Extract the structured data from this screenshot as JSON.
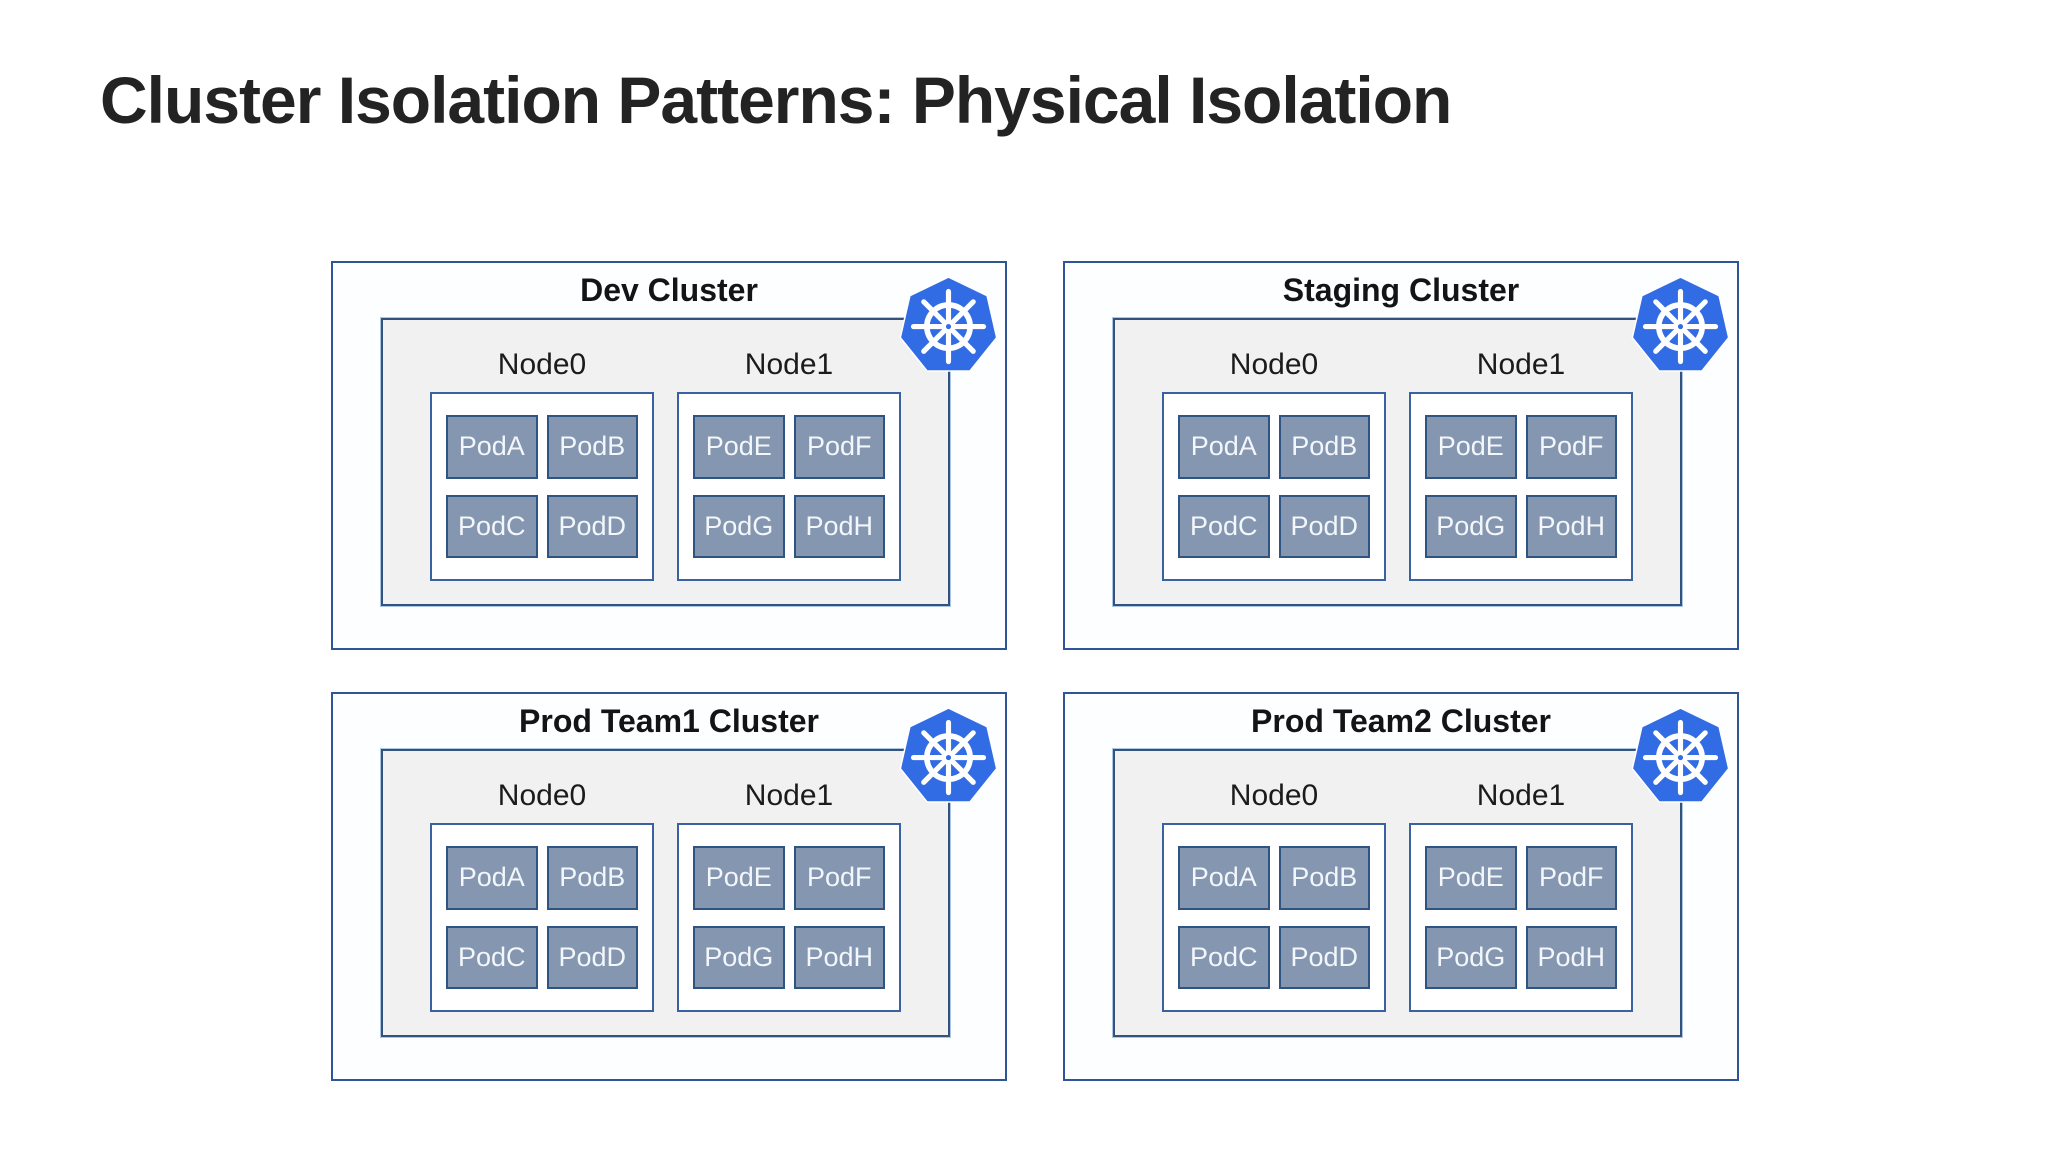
{
  "page": {
    "title": "Cluster Isolation Patterns: Physical Isolation"
  },
  "colors": {
    "kubernetes_blue": "#326CE5",
    "outer_border_blue": "#2F5597",
    "inner_border_navy": "#33527E",
    "node_border_blue": "#3A62A0",
    "pod_fill_slate": "#8496B0",
    "pod_border_navy": "#2E5481",
    "inner_panel_gray": "#F1F1F2",
    "title_black": "#232323"
  },
  "icons": {
    "kubernetes": "kubernetes-helm-wheel"
  },
  "clusters": [
    {
      "name": "Dev Cluster",
      "nodes": [
        {
          "name": "Node0",
          "pods": [
            "PodA",
            "PodB",
            "PodC",
            "PodD"
          ]
        },
        {
          "name": "Node1",
          "pods": [
            "PodE",
            "PodF",
            "PodG",
            "PodH"
          ]
        }
      ]
    },
    {
      "name": "Staging Cluster",
      "nodes": [
        {
          "name": "Node0",
          "pods": [
            "PodA",
            "PodB",
            "PodC",
            "PodD"
          ]
        },
        {
          "name": "Node1",
          "pods": [
            "PodE",
            "PodF",
            "PodG",
            "PodH"
          ]
        }
      ]
    },
    {
      "name": "Prod Team1 Cluster",
      "nodes": [
        {
          "name": "Node0",
          "pods": [
            "PodA",
            "PodB",
            "PodC",
            "PodD"
          ]
        },
        {
          "name": "Node1",
          "pods": [
            "PodE",
            "PodF",
            "PodG",
            "PodH"
          ]
        }
      ]
    },
    {
      "name": "Prod Team2 Cluster",
      "nodes": [
        {
          "name": "Node0",
          "pods": [
            "PodA",
            "PodB",
            "PodC",
            "PodD"
          ]
        },
        {
          "name": "Node1",
          "pods": [
            "PodE",
            "PodF",
            "PodG",
            "PodH"
          ]
        }
      ]
    }
  ]
}
